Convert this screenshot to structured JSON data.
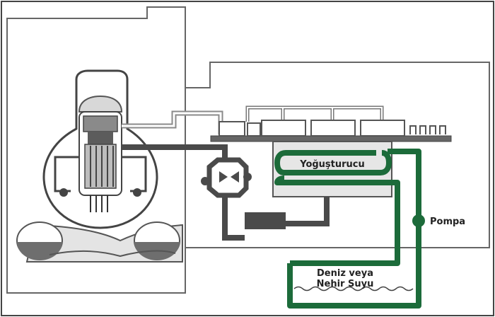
{
  "labels": {
    "condenser": "Yoğuşturucu",
    "pump": "Pompa",
    "water_line1": "Deniz veya",
    "water_line2": "Nehir Suyu"
  },
  "colors": {
    "outline": "#555555",
    "pipe_gray": "#4a4a4a",
    "pipe_green": "#1c6b3a",
    "fill_light": "#e8e8e8",
    "fill_dark": "#6e6e6e"
  }
}
